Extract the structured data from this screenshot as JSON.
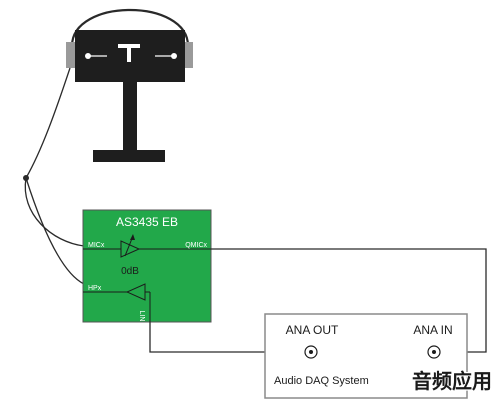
{
  "board": {
    "title": "AS3435 EB",
    "pin_mic": "MICx",
    "pin_qmic": "QMICx",
    "pin_hp": "HPx",
    "pin_lin": "LIN",
    "gain": "0dB"
  },
  "daq": {
    "name": "Audio DAQ System",
    "out_label": "ANA OUT",
    "in_label": "ANA IN"
  },
  "watermark": "音频应用",
  "colors": {
    "board": "#22a84a",
    "board_border": "#555555",
    "wire": "#2b2b2b",
    "head": "#1e1e1e",
    "daq_border": "#8a8a8a"
  }
}
